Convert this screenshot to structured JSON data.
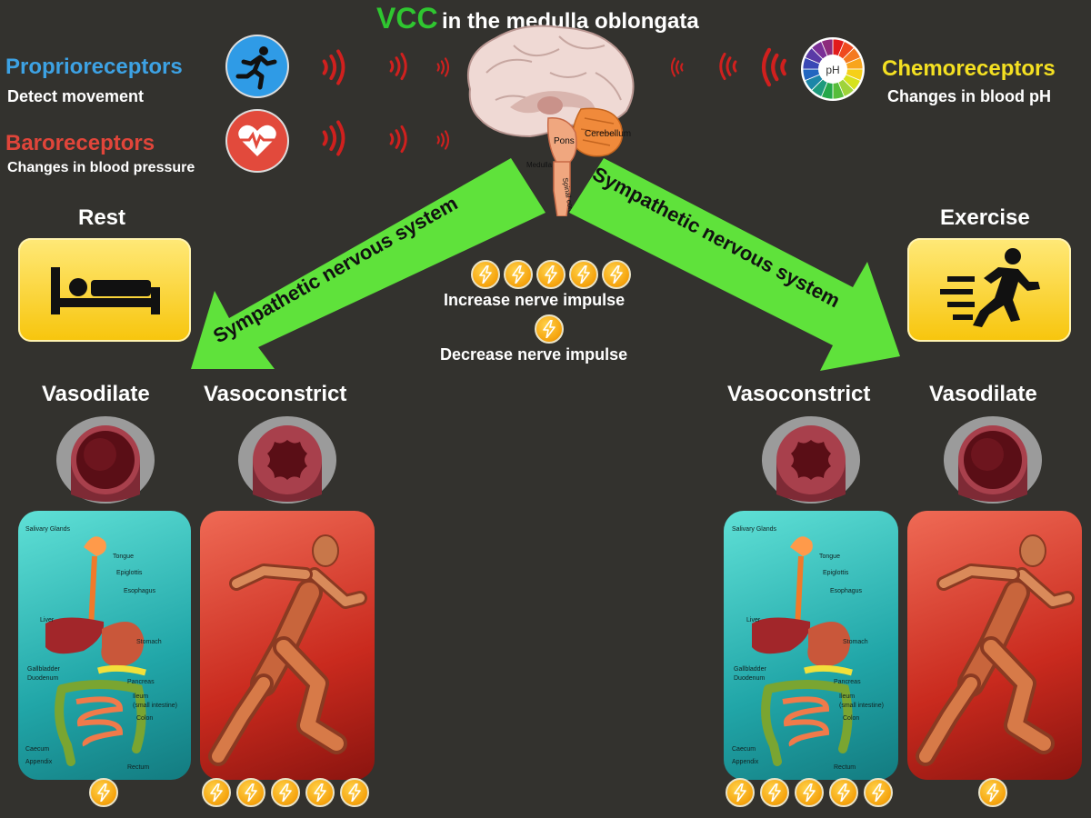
{
  "header": {
    "vcc": "VCC",
    "rest_of_title": "in the medulla oblongata"
  },
  "receptors": {
    "proprio": {
      "title": "Proprioreceptors",
      "desc": "Detect movement"
    },
    "baro": {
      "title": "Baroreceptors",
      "desc": "Changes in blood pressure"
    },
    "chemo": {
      "title": "Chemoreceptors",
      "desc": "Changes in blood pH"
    }
  },
  "brain_labels": {
    "pons": "Pons",
    "cerebellum": "Cerebellum",
    "medulla": "Medulla",
    "spinal_cord": "Spinal cord"
  },
  "ph_label": "pH",
  "arrows": {
    "left": "Sympathetic nervous system",
    "right": "Sympathetic nervous system"
  },
  "legend": {
    "increase": "Increase nerve impulse",
    "decrease": "Decrease nerve impulse"
  },
  "states": {
    "rest": "Rest",
    "exercise": "Exercise"
  },
  "vessels": {
    "left_dilate": "Vasodilate",
    "left_constrict": "Vasoconstrict",
    "right_constrict": "Vasoconstrict",
    "right_dilate": "Vasodilate"
  },
  "digestive_labels": [
    "Salivary Glands",
    "Tongue",
    "Epiglottis",
    "Esophagus",
    "Liver",
    "Stomach",
    "Gallbladder",
    "Duodenum",
    "Pancreas",
    "Ileum",
    "(small intestine)",
    "Colon",
    "Caecum",
    "Appendix",
    "Rectum"
  ],
  "impulse_counts": {
    "left_digestive": 1,
    "left_muscle": 5,
    "right_digestive": 5,
    "right_muscle": 1,
    "legend_increase": 5,
    "legend_decrease": 1
  },
  "colors": {
    "background": "#33322e",
    "vcc": "#2fc630",
    "proprio": "#3da2e4",
    "baro": "#e0453a",
    "chemo": "#f4e022",
    "arrow": "#5fe23b",
    "signal": "#d0201e",
    "bolt": "#f5a20c"
  },
  "icons": [
    "runner-icon",
    "heart-rate-icon",
    "ph-wheel-icon",
    "bed-icon",
    "running-person-icon",
    "lightning-bolt-icon",
    "signal-wave-icon",
    "brain-illustration",
    "blood-vessel-icon",
    "digestive-system-illustration",
    "muscle-runner-illustration"
  ]
}
